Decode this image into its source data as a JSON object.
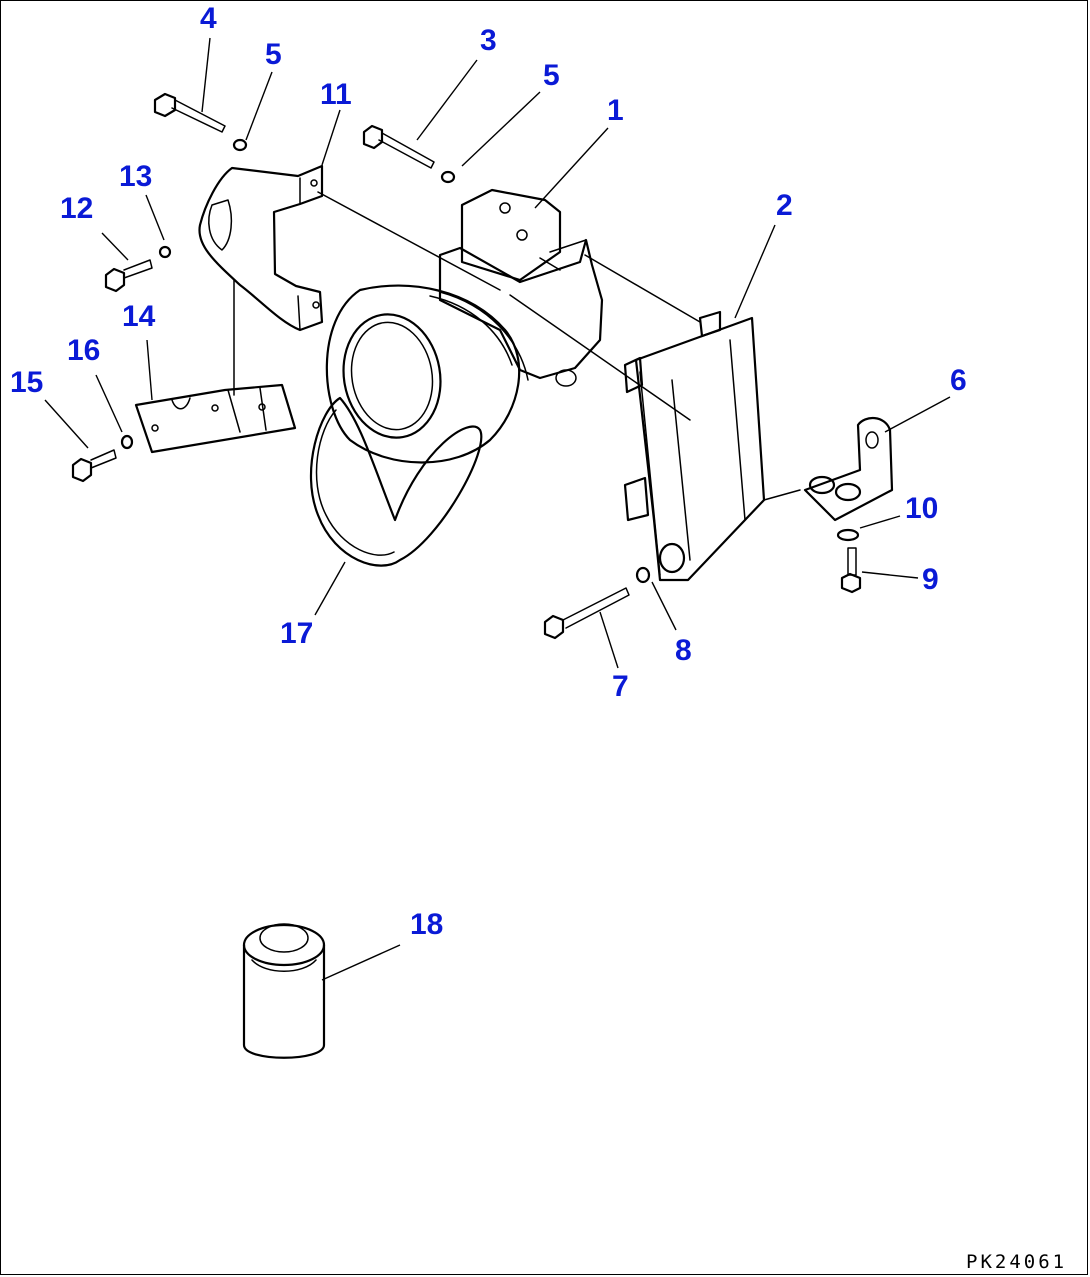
{
  "drawing_code": "PK24061",
  "colors": {
    "callout": "#0a1ad6",
    "line": "#000000",
    "background": "#ffffff"
  },
  "callouts": [
    "1",
    "2",
    "3",
    "4",
    "5",
    "5",
    "6",
    "7",
    "8",
    "9",
    "10",
    "11",
    "12",
    "13",
    "14",
    "15",
    "16",
    "17",
    "18"
  ]
}
